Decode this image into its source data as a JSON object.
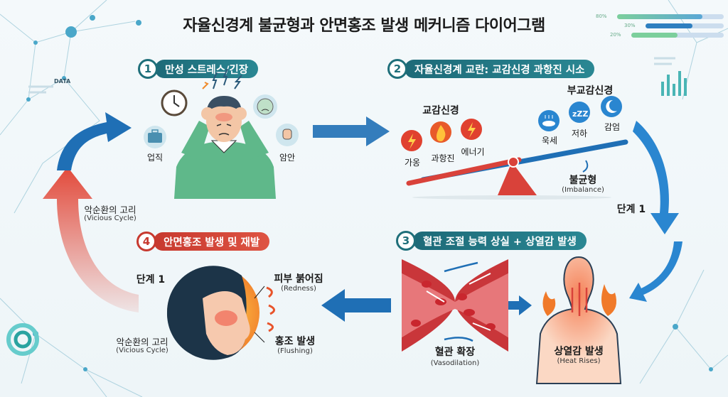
{
  "title": "자율신경계 불균형과 안면홍조 발생 메커니즘 다이어그램",
  "decor": {
    "data_label": "DATA",
    "bars": [
      {
        "label": "80%",
        "value": 80
      },
      {
        "label": "30%",
        "value": 30
      },
      {
        "label": "20%",
        "value": 20
      }
    ]
  },
  "steps": [
    {
      "num": "1",
      "title": "만성 스트레스/긴장",
      "items": [
        "업직",
        "암안"
      ]
    },
    {
      "num": "2",
      "title": "자율신경계 교란: 교감신경 과항진 시소",
      "sympathetic": "교감신경",
      "sympathetic_items": [
        "가옹",
        "과항진",
        "에너기"
      ],
      "parasympathetic": "부교감신경",
      "parasympathetic_items": [
        "욱세",
        "저하",
        "감엄"
      ],
      "imbalance": "불균형",
      "imbalance_en": "(Imbalance)"
    },
    {
      "num": "3",
      "title": "혈관 조절 능력 상실 + 상열감 발생",
      "vaso": "혈관 확장",
      "vaso_en": "(Vasodilation)",
      "heat": "상열감 발생",
      "heat_en": "(Heat Rises)"
    },
    {
      "num": "4",
      "title": "안면홍조 발생 및 재발",
      "redness": "피부 붉어짐",
      "redness_en": "(Redness)",
      "flushing": "홍조 발생",
      "flushing_en": "(Flushing)"
    }
  ],
  "cycle": {
    "stage_right": "단계 1",
    "stage_left": "단계 1",
    "vicious_top": "악순환의 고리",
    "vicious_top_en": "(Vicious Cycle)",
    "vicious_bottom": "악순환의 고리",
    "vicious_bottom_en": "(Vicious Cycle)"
  },
  "colors": {
    "teal": "#1f6f7a",
    "red": "#c7392f",
    "blue": "#1f6fb5"
  }
}
